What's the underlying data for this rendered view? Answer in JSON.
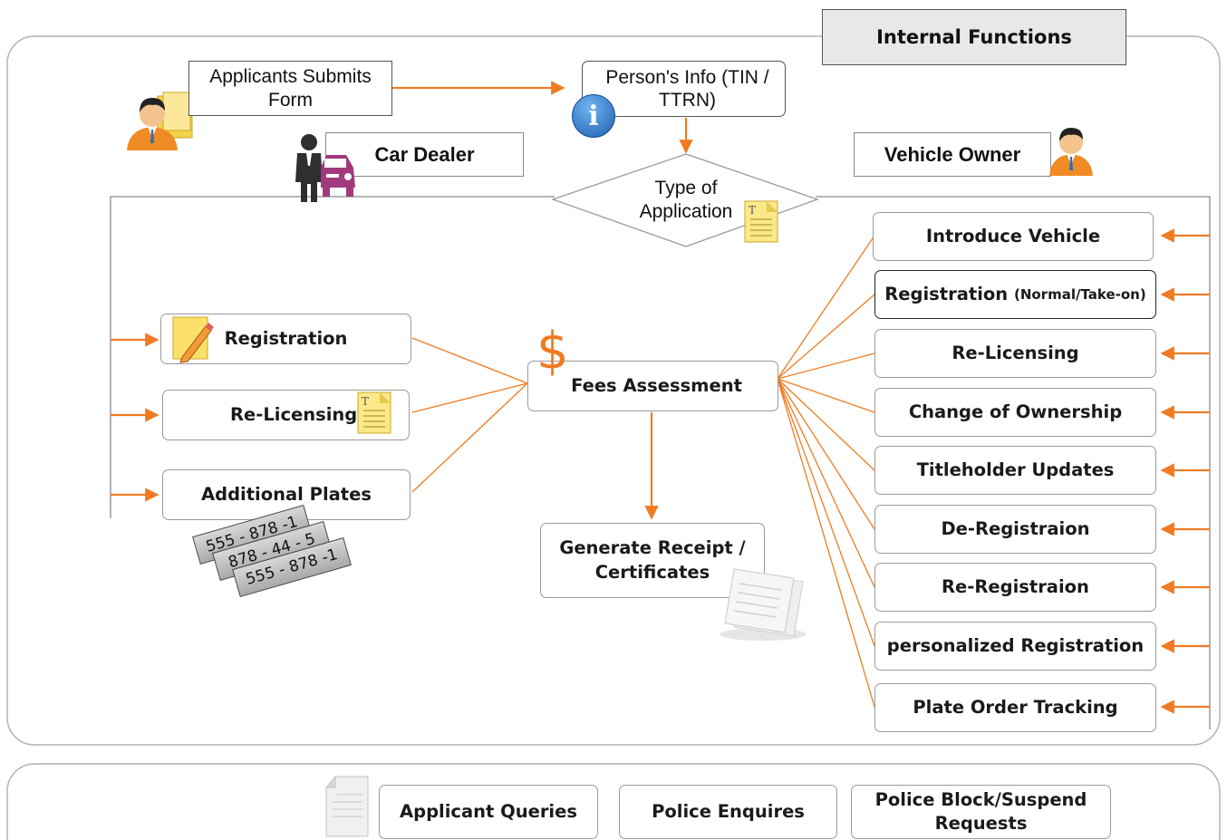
{
  "header": {
    "internal_functions": "Internal Functions"
  },
  "flow": {
    "applicant_submits": "Applicants Submits Form",
    "person_info": "Person's Info (TIN / TTRN)",
    "type_of_application": "Type of Application",
    "car_dealer": "Car Dealer",
    "vehicle_owner": "Vehicle Owner",
    "fees_assessment": "Fees Assessment",
    "generate_receipt": "Generate Receipt / Certificates"
  },
  "dealer_functions": [
    "Registration",
    "Re-Licensing",
    "Additional Plates"
  ],
  "owner_functions": [
    {
      "label": "Introduce Vehicle",
      "sub": ""
    },
    {
      "label": "Registration",
      "sub": "(Normal/Take-on)"
    },
    {
      "label": "Re-Licensing",
      "sub": ""
    },
    {
      "label": "Change of Ownership",
      "sub": ""
    },
    {
      "label": "Titleholder Updates",
      "sub": ""
    },
    {
      "label": "De-Registraion",
      "sub": ""
    },
    {
      "label": "Re-Registraion",
      "sub": ""
    },
    {
      "label": "personalized Registration",
      "sub": ""
    },
    {
      "label": "Plate Order Tracking",
      "sub": ""
    }
  ],
  "plates": [
    "555 - 878 -1",
    "878 - 44 - 5",
    "555 - 878 -1"
  ],
  "queries": [
    "Applicant Queries",
    "Police Enquires",
    "Police Block/Suspend Requests"
  ],
  "symbols": {
    "dollar": "$",
    "info": "i"
  },
  "colors": {
    "arrow": "#f07b22",
    "panel_border": "#b4b4b4",
    "header_fill": "#e8e8e8",
    "dealer_car": "#a0397e"
  }
}
